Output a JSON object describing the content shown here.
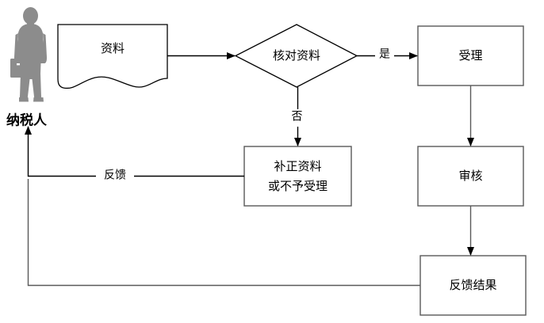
{
  "diagram": {
    "title_present": false,
    "background_color": "#ffffff",
    "type": "flowchart",
    "actor": {
      "icon": "person-with-briefcase-icon",
      "label": "纳税人",
      "color": "#8c8c8c"
    },
    "nodes": [
      {
        "id": "documents",
        "shape": "document",
        "label": "资料",
        "stroke": "#000000"
      },
      {
        "id": "verify",
        "shape": "decision",
        "label": "核对资料",
        "stroke": "#000000"
      },
      {
        "id": "accept",
        "shape": "rectangle",
        "label": "受理",
        "stroke": "#595959"
      },
      {
        "id": "review",
        "shape": "rectangle",
        "label": "审核",
        "stroke": "#595959"
      },
      {
        "id": "result",
        "shape": "rectangle",
        "label": "反馈结果",
        "stroke": "#595959"
      },
      {
        "id": "correct",
        "shape": "rectangle",
        "label_line1": "补正资料",
        "label_line2": "或不予受理",
        "stroke": "#595959"
      }
    ],
    "edges": [
      {
        "id": "doc-to-verify",
        "from": "documents",
        "to": "verify",
        "label": ""
      },
      {
        "id": "verify-yes",
        "from": "verify",
        "to": "accept",
        "label": "是"
      },
      {
        "id": "verify-no",
        "from": "verify",
        "to": "correct",
        "label": "否"
      },
      {
        "id": "accept-to-review",
        "from": "accept",
        "to": "review",
        "label": ""
      },
      {
        "id": "review-to-result",
        "from": "review",
        "to": "result",
        "label": ""
      },
      {
        "id": "correct-feedback",
        "from": "correct",
        "to": "actor",
        "label": "反馈"
      },
      {
        "id": "result-feedback",
        "from": "result",
        "to": "actor",
        "label": ""
      }
    ]
  }
}
